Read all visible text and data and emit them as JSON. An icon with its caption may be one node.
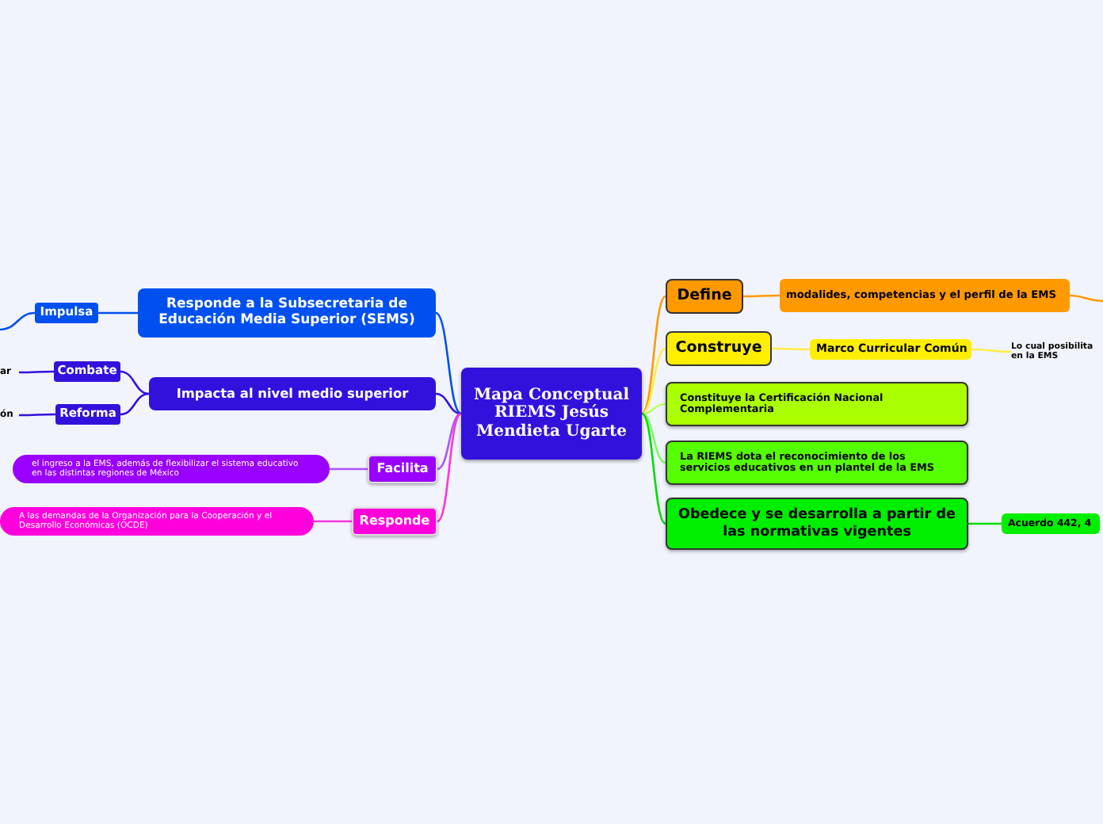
{
  "diagram": {
    "nodes": [
      {
        "text": [
          "Mapa  Conceptual RIEMS Jesús Mendieta Ugarte"
        ]
      },
      {
        "text": [
          "Responde a la Subsecretaria de Educación Media Superior (SEMS)"
        ]
      },
      {
        "text": [
          "Impulsa"
        ]
      },
      {
        "text": [
          "Impacta al nivel medio superior"
        ]
      },
      {
        "text": [
          "Combate"
        ]
      },
      {
        "text": [
          "ar"
        ]
      },
      {
        "text": [
          "Reforma"
        ]
      },
      {
        "text": [
          "ón"
        ]
      },
      {
        "text": [
          "Facilita"
        ]
      },
      {
        "text": [
          "el ingreso a la EMS, además de flexibilizar el sistema educativo en las distintas regiones de México"
        ]
      },
      {
        "text": [
          "Responde"
        ]
      },
      {
        "text": [
          "A las demandas de la Organización para la Cooperación y el Desarrollo Económicas (OCDE)"
        ]
      },
      {
        "text": [
          "Define"
        ]
      },
      {
        "text": [
          "modalides, competencias y el perfil de la EMS"
        ]
      },
      {
        "text": [
          "Construye"
        ]
      },
      {
        "text": [
          "Marco Curricular Común"
        ]
      },
      {
        "text": [
          "Lo cual posibilita en la EMS"
        ]
      },
      {
        "text": [
          "Constituye la Certificación Nacional Complementaria"
        ]
      },
      {
        "text": [
          "La RIEMS dota el reconocimiento de los servicios educativos en un plantel de la EMS"
        ]
      },
      {
        "text": [
          "Obedece y se desarrolla a partir de las normativas vigentes"
        ]
      },
      {
        "text": [
          "Acuerdo 442, 4"
        ]
      }
    ],
    "edges": [
      {
        "from": 0,
        "to": 1,
        "arrow": "none",
        "color": "#0050f0"
      },
      {
        "from": 1,
        "to": 2,
        "arrow": "none",
        "color": "#0050f0"
      },
      {
        "from": 2,
        "to": null,
        "arrow": "none",
        "color": "#0050f0"
      },
      {
        "from": 0,
        "to": 3,
        "arrow": "none",
        "color": "#3311dd"
      },
      {
        "from": 3,
        "to": 4,
        "arrow": "none",
        "color": "#3311dd"
      },
      {
        "from": 3,
        "to": 6,
        "arrow": "none",
        "color": "#3311dd"
      },
      {
        "from": 4,
        "to": 5,
        "arrow": "none",
        "color": "#3311dd"
      },
      {
        "from": 6,
        "to": 7,
        "arrow": "none",
        "color": "#3311dd"
      },
      {
        "from": 0,
        "to": 8,
        "arrow": "none",
        "color": "#aa55ff"
      },
      {
        "from": 8,
        "to": 9,
        "arrow": "none",
        "color": "#aa55ff"
      },
      {
        "from": 0,
        "to": 10,
        "arrow": "none",
        "color": "#ff33dd"
      },
      {
        "from": 10,
        "to": 11,
        "arrow": "none",
        "color": "#ff33dd"
      },
      {
        "from": 0,
        "to": 12,
        "arrow": "none",
        "color": "#ff9900"
      },
      {
        "from": 12,
        "to": 13,
        "arrow": "none",
        "color": "#ff9900"
      },
      {
        "from": 13,
        "to": null,
        "arrow": "none",
        "color": "#ff9900"
      },
      {
        "from": 0,
        "to": 14,
        "arrow": "none",
        "color": "#ffee44"
      },
      {
        "from": 14,
        "to": 15,
        "arrow": "none",
        "color": "#ffee44"
      },
      {
        "from": 15,
        "to": 16,
        "arrow": "none",
        "color": "#ffee44"
      },
      {
        "from": 0,
        "to": 17,
        "arrow": "none",
        "color": "#bbff66"
      },
      {
        "from": 0,
        "to": 18,
        "arrow": "none",
        "color": "#77ff66"
      },
      {
        "from": 0,
        "to": 19,
        "arrow": "none",
        "color": "#00dd00"
      },
      {
        "from": 19,
        "to": 20,
        "arrow": "none",
        "color": "#00dd00"
      }
    ]
  }
}
